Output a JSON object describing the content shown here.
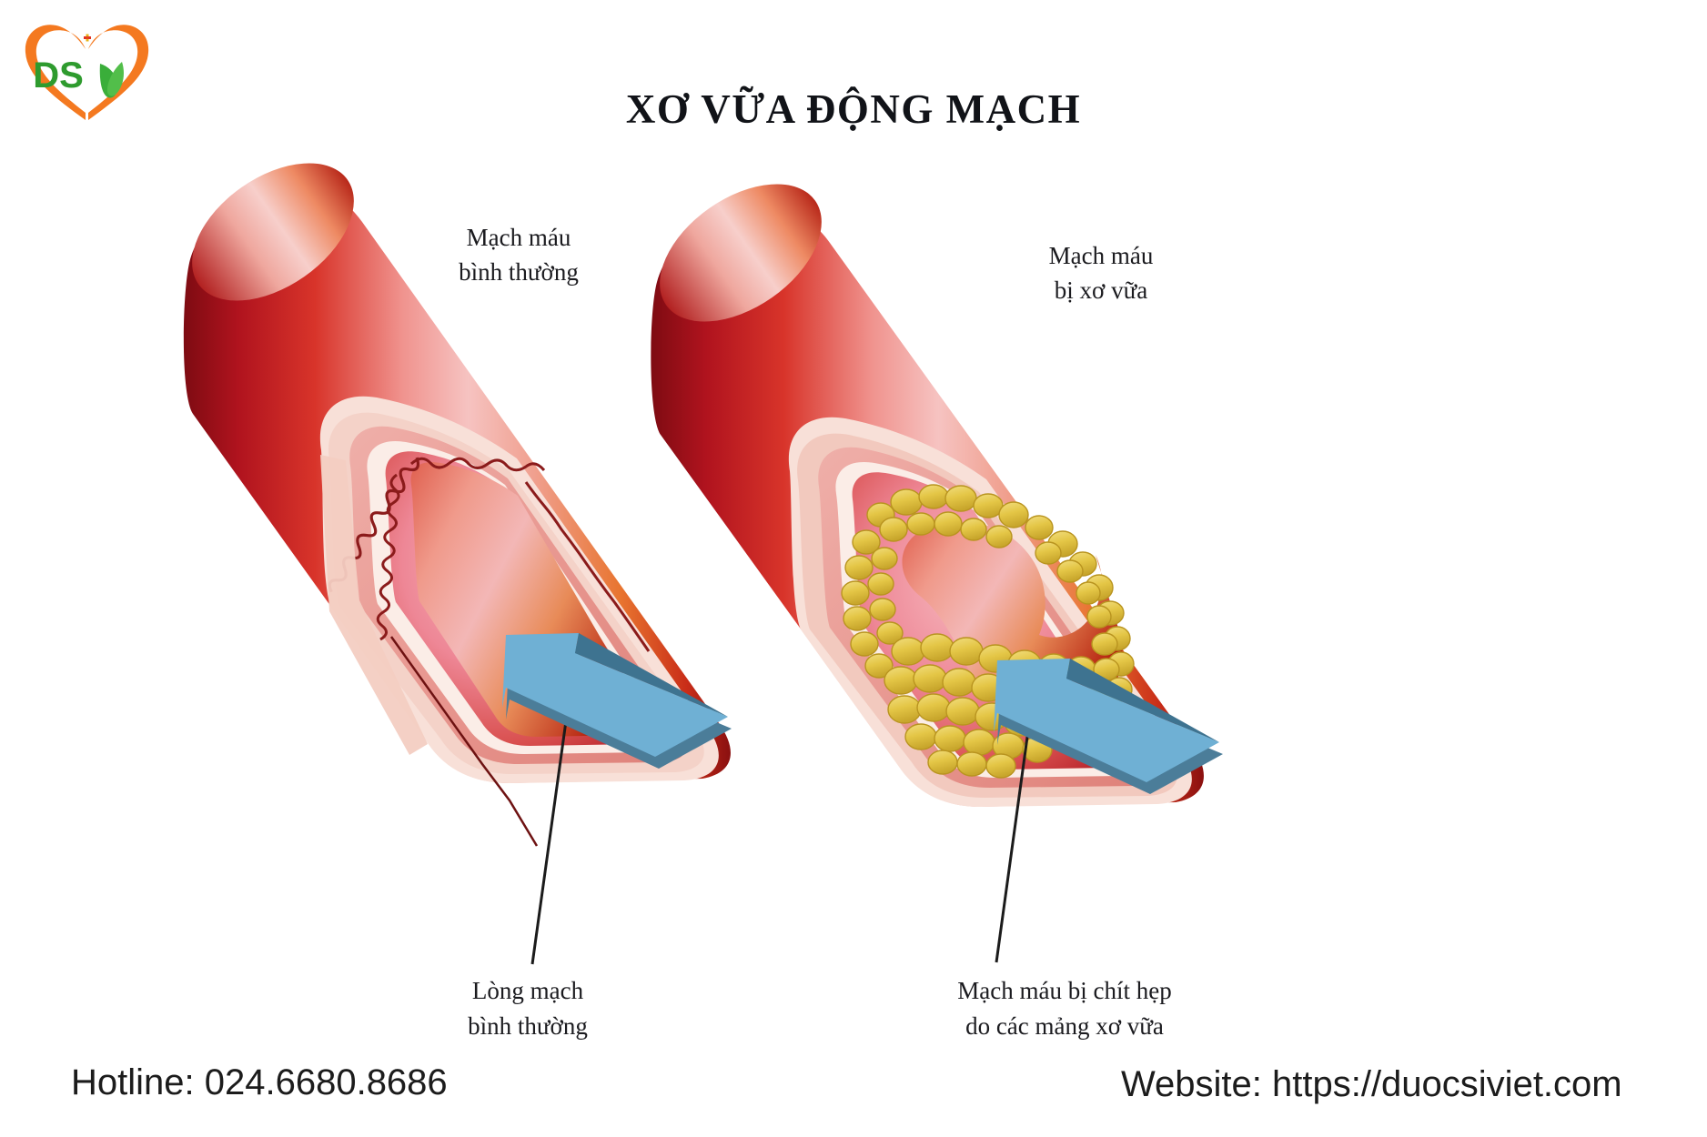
{
  "page": {
    "background": "#ffffff",
    "title": "XƠ VỮA ĐỘNG MẠCH"
  },
  "logo": {
    "name": "duoc-si-viet-logo",
    "wordmark": "DS",
    "heart_color": "#F47920",
    "text_color": "#2E9B2E",
    "leaf_color": "#3AAE3A",
    "cross_color": "#E03020"
  },
  "diagram": {
    "normal_vessel": {
      "label": "Mạch máu\nbinh thường",
      "label_line1": "Mạch máu",
      "label_line2": "bình thường",
      "caption_line1": "Lòng mạch",
      "caption_line2": "bình thường",
      "arrow_color": "#6FB0D4",
      "arrow_edge_color": "#3E7390",
      "wall_outer_color": "#C0102A",
      "wall_mid_color": "#E8907F",
      "lumen_color": "#EE8796"
    },
    "atherosclerotic_vessel": {
      "label_line1": "Mạch máu",
      "label_line2": "bị xơ vữa",
      "caption_line1": "Mạch máu bị chít hẹp",
      "caption_line2": "do các mảng xơ vữa",
      "arrow_color": "#6FB0D4",
      "arrow_edge_color": "#3E7390",
      "plaque_color": "#E8CB4E",
      "plaque_shadow_color": "#C9A82F"
    }
  },
  "footer": {
    "hotline": "Hotline: 024.6680.8686",
    "website": "Website: https://duocsiviet.com"
  }
}
